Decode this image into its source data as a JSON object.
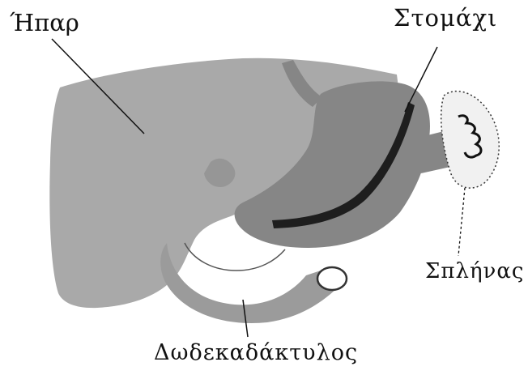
{
  "labels": {
    "liver": "Ήπαρ",
    "stomach": "Στομάχι",
    "spleen": "Σπλήνας",
    "duodenum": "Δωδεκαδάκτυλος"
  },
  "colors": {
    "liver": "#a9a9a9",
    "stomach": "#868686",
    "stomach_band": "#1e1e1e",
    "duodenum": "#9b9b9b",
    "spleen_fill": "#f1f1f1",
    "outline": "#222222"
  }
}
